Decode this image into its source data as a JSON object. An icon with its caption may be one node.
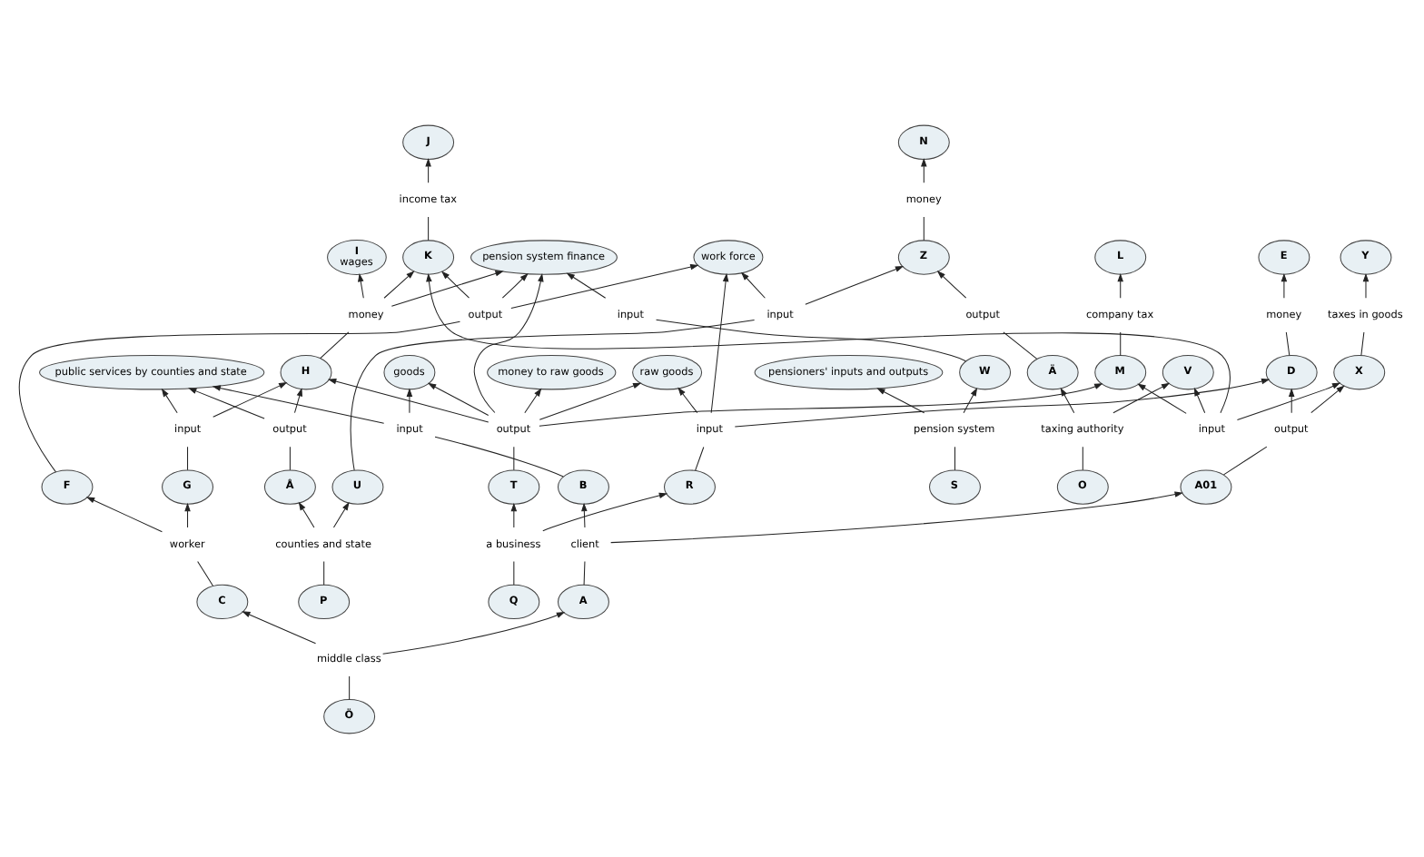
{
  "diagram": {
    "nodes": [
      {
        "text": [
          "I",
          "wages"
        ]
      },
      {
        "text": [
          "J"
        ]
      },
      {
        "text": [
          "L"
        ]
      },
      {
        "text": [
          "Y"
        ]
      },
      {
        "text": [
          "money"
        ]
      },
      {
        "text": [
          "H"
        ]
      },
      {
        "text": [
          "income tax"
        ]
      },
      {
        "text": [
          "K"
        ]
      },
      {
        "text": [
          "company tax"
        ]
      },
      {
        "text": [
          "taxes in goods"
        ]
      },
      {
        "text": [
          "output"
        ]
      },
      {
        "text": [
          "input"
        ]
      },
      {
        "text": [
          "work force"
        ]
      },
      {
        "text": [
          "X"
        ]
      },
      {
        "text": [
          "G"
        ]
      },
      {
        "text": [
          "goods"
        ]
      },
      {
        "text": [
          "public services by counties and state"
        ]
      },
      {
        "text": [
          "M"
        ]
      },
      {
        "text": [
          "F"
        ]
      },
      {
        "text": [
          "input"
        ]
      },
      {
        "text": [
          "E"
        ]
      },
      {
        "text": [
          "Z"
        ]
      },
      {
        "text": [
          "N"
        ]
      },
      {
        "text": [
          "money"
        ]
      },
      {
        "text": [
          "U"
        ]
      },
      {
        "text": [
          "input"
        ]
      },
      {
        "text": [
          "money"
        ]
      },
      {
        "text": [
          "D"
        ]
      },
      {
        "text": [
          "output"
        ]
      },
      {
        "text": [
          "input"
        ]
      },
      {
        "text": [
          "pensioners' inputs and outputs"
        ]
      },
      {
        "text": [
          "output"
        ]
      },
      {
        "text": [
          "worker"
        ]
      },
      {
        "text": [
          "output"
        ]
      },
      {
        "text": [
          "R"
        ]
      },
      {
        "text": [
          "client"
        ]
      },
      {
        "text": [
          "A01"
        ]
      },
      {
        "text": [
          "pension system finance"
        ]
      },
      {
        "text": [
          "C"
        ]
      },
      {
        "text": [
          "V"
        ]
      },
      {
        "text": [
          "money to raw goods"
        ]
      },
      {
        "text": [
          "input"
        ]
      },
      {
        "text": [
          "A"
        ]
      },
      {
        "text": [
          "output"
        ]
      },
      {
        "text": [
          "W"
        ]
      },
      {
        "text": [
          "Ä"
        ]
      },
      {
        "text": [
          "a business"
        ]
      },
      {
        "text": [
          "T"
        ]
      },
      {
        "text": [
          "pension system"
        ]
      },
      {
        "text": [
          "counties and state"
        ]
      },
      {
        "text": [
          "B"
        ]
      },
      {
        "text": [
          "middle class"
        ]
      },
      {
        "text": [
          "Å"
        ]
      },
      {
        "text": [
          "raw goods"
        ]
      },
      {
        "text": [
          "taxing authority"
        ]
      },
      {
        "text": [
          "Ö"
        ]
      },
      {
        "text": [
          "input"
        ]
      },
      {
        "text": [
          "S"
        ]
      },
      {
        "text": [
          "Q"
        ]
      },
      {
        "text": [
          "O"
        ]
      },
      {
        "text": [
          "P"
        ]
      }
    ],
    "edges": [
      {
        "from": 5,
        "to": 4,
        "arrow": "none"
      },
      {
        "from": 4,
        "to": 0,
        "arrow": "to"
      },
      {
        "from": 4,
        "to": 7,
        "arrow": "to"
      },
      {
        "from": 4,
        "to": 37,
        "arrow": "to"
      },
      {
        "from": 7,
        "to": 6,
        "arrow": "none"
      },
      {
        "from": 6,
        "to": 1,
        "arrow": "to"
      },
      {
        "from": 17,
        "to": 8,
        "arrow": "none"
      },
      {
        "from": 8,
        "to": 2,
        "arrow": "to"
      },
      {
        "from": 13,
        "to": 9,
        "arrow": "none"
      },
      {
        "from": 9,
        "to": 3,
        "arrow": "to"
      },
      {
        "from": 18,
        "to": 10,
        "arrow": "none"
      },
      {
        "from": 10,
        "to": 7,
        "arrow": "to"
      },
      {
        "from": 10,
        "to": 12,
        "arrow": "to"
      },
      {
        "from": 10,
        "to": 37,
        "arrow": "to"
      },
      {
        "from": 14,
        "to": 11,
        "arrow": "none"
      },
      {
        "from": 11,
        "to": 5,
        "arrow": "to"
      },
      {
        "from": 11,
        "to": 16,
        "arrow": "to"
      },
      {
        "from": 24,
        "to": 19,
        "arrow": "none"
      },
      {
        "from": 19,
        "to": 12,
        "arrow": "to"
      },
      {
        "from": 19,
        "to": 21,
        "arrow": "to"
      },
      {
        "from": 27,
        "to": 23,
        "arrow": "none"
      },
      {
        "from": 23,
        "to": 20,
        "arrow": "to"
      },
      {
        "from": 34,
        "to": 25,
        "arrow": "none"
      },
      {
        "from": 25,
        "to": 12,
        "arrow": "to"
      },
      {
        "from": 25,
        "to": 27,
        "arrow": "to"
      },
      {
        "from": 25,
        "to": 53,
        "arrow": "to"
      },
      {
        "from": 21,
        "to": 26,
        "arrow": "none"
      },
      {
        "from": 26,
        "to": 22,
        "arrow": "to"
      },
      {
        "from": 47,
        "to": 28,
        "arrow": "none"
      },
      {
        "from": 28,
        "to": 5,
        "arrow": "to"
      },
      {
        "from": 28,
        "to": 17,
        "arrow": "to"
      },
      {
        "from": 28,
        "to": 15,
        "arrow": "to"
      },
      {
        "from": 28,
        "to": 40,
        "arrow": "to"
      },
      {
        "from": 28,
        "to": 53,
        "arrow": "to"
      },
      {
        "from": 28,
        "to": 37,
        "arrow": "to"
      },
      {
        "from": 29,
        "to": 7,
        "arrow": "to"
      },
      {
        "from": 29,
        "to": 13,
        "arrow": "to"
      },
      {
        "from": 29,
        "to": 17,
        "arrow": "to"
      },
      {
        "from": 29,
        "to": 39,
        "arrow": "to"
      },
      {
        "from": 45,
        "to": 31,
        "arrow": "none"
      },
      {
        "from": 31,
        "to": 21,
        "arrow": "to"
      },
      {
        "from": 38,
        "to": 32,
        "arrow": "none"
      },
      {
        "from": 32,
        "to": 14,
        "arrow": "to"
      },
      {
        "from": 32,
        "to": 18,
        "arrow": "to"
      },
      {
        "from": 36,
        "to": 33,
        "arrow": "none"
      },
      {
        "from": 33,
        "to": 27,
        "arrow": "to"
      },
      {
        "from": 33,
        "to": 13,
        "arrow": "to"
      },
      {
        "from": 42,
        "to": 35,
        "arrow": "none"
      },
      {
        "from": 35,
        "to": 36,
        "arrow": "to"
      },
      {
        "from": 35,
        "to": 50,
        "arrow": "to"
      },
      {
        "from": 50,
        "to": 41,
        "arrow": "none"
      },
      {
        "from": 41,
        "to": 15,
        "arrow": "to"
      },
      {
        "from": 41,
        "to": 16,
        "arrow": "to"
      },
      {
        "from": 52,
        "to": 43,
        "arrow": "none"
      },
      {
        "from": 43,
        "to": 5,
        "arrow": "to"
      },
      {
        "from": 43,
        "to": 16,
        "arrow": "to"
      },
      {
        "from": 58,
        "to": 46,
        "arrow": "none"
      },
      {
        "from": 46,
        "to": 34,
        "arrow": "to"
      },
      {
        "from": 46,
        "to": 47,
        "arrow": "to"
      },
      {
        "from": 57,
        "to": 48,
        "arrow": "none"
      },
      {
        "from": 48,
        "to": 44,
        "arrow": "to"
      },
      {
        "from": 48,
        "to": 30,
        "arrow": "to"
      },
      {
        "from": 60,
        "to": 49,
        "arrow": "none"
      },
      {
        "from": 49,
        "to": 24,
        "arrow": "to"
      },
      {
        "from": 49,
        "to": 52,
        "arrow": "to"
      },
      {
        "from": 55,
        "to": 51,
        "arrow": "none"
      },
      {
        "from": 51,
        "to": 42,
        "arrow": "to"
      },
      {
        "from": 51,
        "to": 38,
        "arrow": "to"
      },
      {
        "from": 59,
        "to": 54,
        "arrow": "none"
      },
      {
        "from": 54,
        "to": 39,
        "arrow": "to"
      },
      {
        "from": 54,
        "to": 45,
        "arrow": "to"
      },
      {
        "from": 44,
        "to": 56,
        "arrow": "none"
      },
      {
        "from": 56,
        "to": 37,
        "arrow": "to"
      }
    ]
  }
}
